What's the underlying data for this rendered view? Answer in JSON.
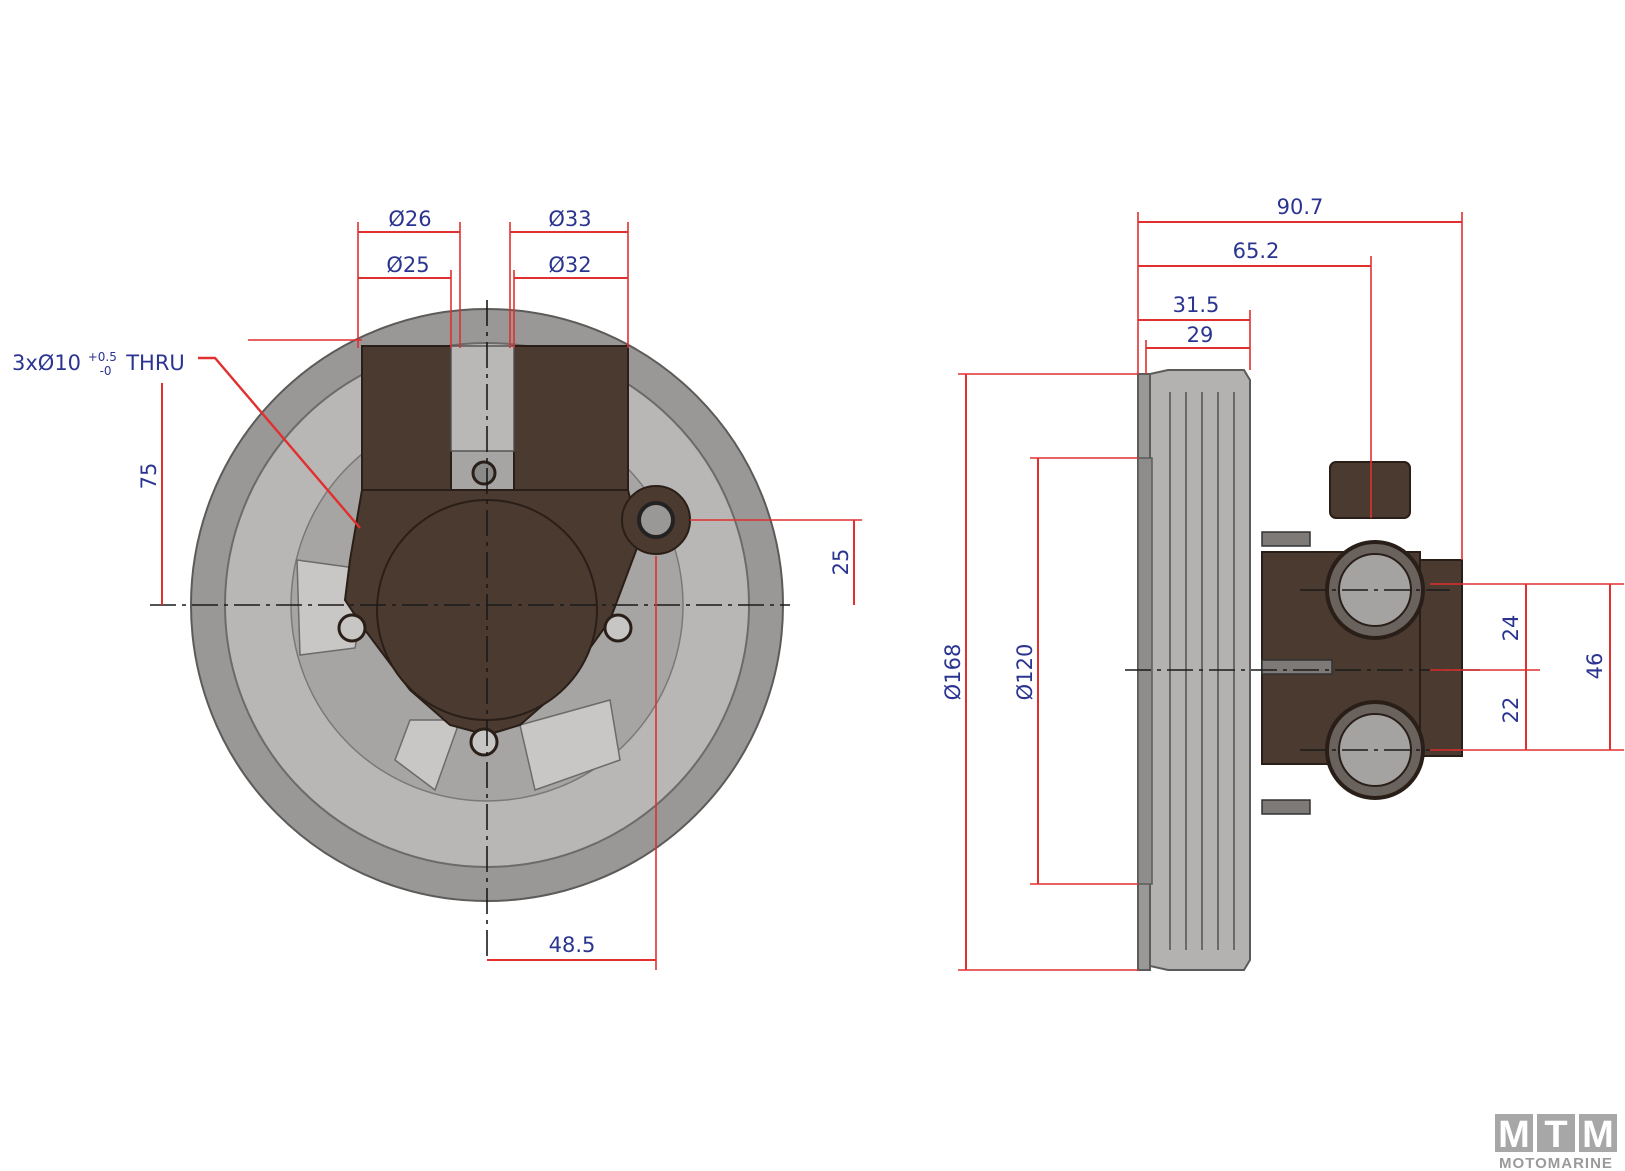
{
  "front_view": {
    "hole_spec": {
      "prefix": "3xØ10",
      "tol_upper": "+0.5",
      "tol_lower": "-0",
      "suffix": "THRU"
    },
    "dim_inlet_outer": "Ø26",
    "dim_inlet_inner": "Ø25",
    "dim_outlet_outer": "Ø33",
    "dim_outlet_inner": "Ø32",
    "dim_port_height": "75",
    "dim_offset_vertical": "25",
    "dim_offset_horizontal": "48.5"
  },
  "side_view": {
    "dim_overall_length": "90.7",
    "dim_length_65": "65.2",
    "dim_length_31": "31.5",
    "dim_length_29": "29",
    "dim_pulley_dia": "Ø168",
    "dim_pulley_inner_dia": "Ø120",
    "dim_port_upper": "24",
    "dim_port_lower": "22",
    "dim_port_spacing": "46"
  },
  "logo": {
    "letters": [
      "M",
      "T",
      "M"
    ],
    "name": "MOTOMARINE"
  },
  "colors": {
    "dimension_line": "#e03030",
    "dimension_text": "#2b3490",
    "pump_body": "#4a3a30",
    "pulley": "#9a9896"
  }
}
